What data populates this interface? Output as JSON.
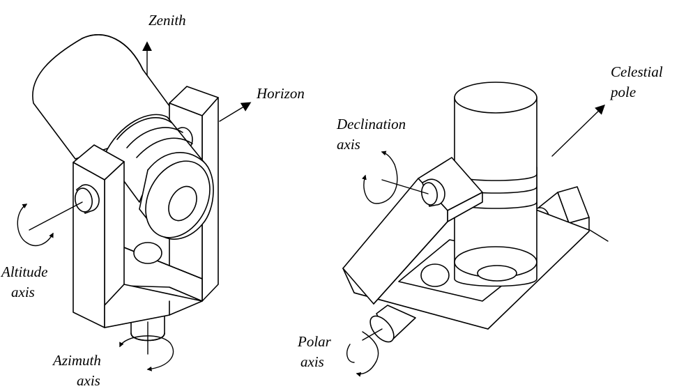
{
  "altazimuth_mount": {
    "zenith_label": "Zenith",
    "horizon_label": "Horizon",
    "altitude_axis_label": [
      "Altitude",
      "axis"
    ],
    "azimuth_axis_label": [
      "Azimuth",
      "axis"
    ]
  },
  "equatorial_mount": {
    "celestial_pole_label": [
      "Celestial",
      "pole"
    ],
    "declination_axis_label": [
      "Declination",
      "axis"
    ],
    "polar_axis_label": [
      "Polar",
      "axis"
    ]
  },
  "colors": {
    "line": "#000000",
    "background": "#ffffff"
  }
}
